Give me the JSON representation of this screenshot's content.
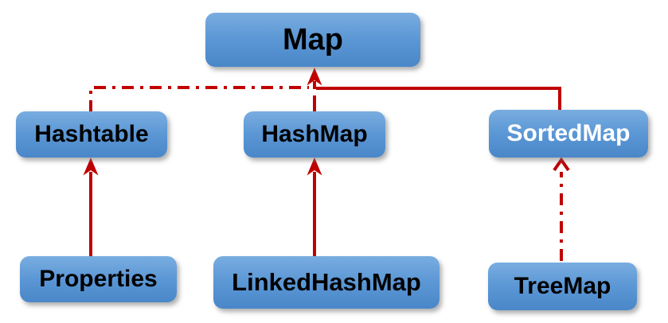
{
  "diagram": {
    "type": "class-hierarchy",
    "subject": "Java Map collection hierarchy",
    "background_color": "#ffffff",
    "nodes": [
      {
        "id": "map",
        "label": "Map",
        "text_color": "#000000",
        "row": "top"
      },
      {
        "id": "hashtable",
        "label": "Hashtable",
        "text_color": "#000000",
        "row": "middle"
      },
      {
        "id": "hashmap",
        "label": "HashMap",
        "text_color": "#000000",
        "row": "middle"
      },
      {
        "id": "sortedmap",
        "label": "SortedMap",
        "text_color": "#ffffff",
        "row": "middle"
      },
      {
        "id": "properties",
        "label": "Properties",
        "text_color": "#000000",
        "row": "bottom"
      },
      {
        "id": "linkedhashmap",
        "label": "LinkedHashMap",
        "text_color": "#000000",
        "row": "bottom"
      },
      {
        "id": "treemap",
        "label": "TreeMap",
        "text_color": "#000000",
        "row": "bottom"
      }
    ],
    "edges": [
      {
        "from": "Hashtable",
        "to": "Map",
        "style": "dash-dot",
        "arrow": "up"
      },
      {
        "from": "HashMap",
        "to": "Map",
        "style": "dash-dot",
        "arrow": "up"
      },
      {
        "from": "SortedMap",
        "to": "Map",
        "style": "solid",
        "arrow": "up"
      },
      {
        "from": "Properties",
        "to": "Hashtable",
        "style": "solid",
        "arrow": "up"
      },
      {
        "from": "LinkedHashMap",
        "to": "HashMap",
        "style": "solid",
        "arrow": "up"
      },
      {
        "from": "TreeMap",
        "to": "SortedMap",
        "style": "dash-dot",
        "arrow": "up"
      }
    ],
    "colors": {
      "node_fill_top": "#79ade0",
      "node_fill_mid": "#5b97d5",
      "node_fill_bottom": "#4a87c8",
      "arrow_red": "#c00000",
      "background": "#ffffff"
    }
  }
}
